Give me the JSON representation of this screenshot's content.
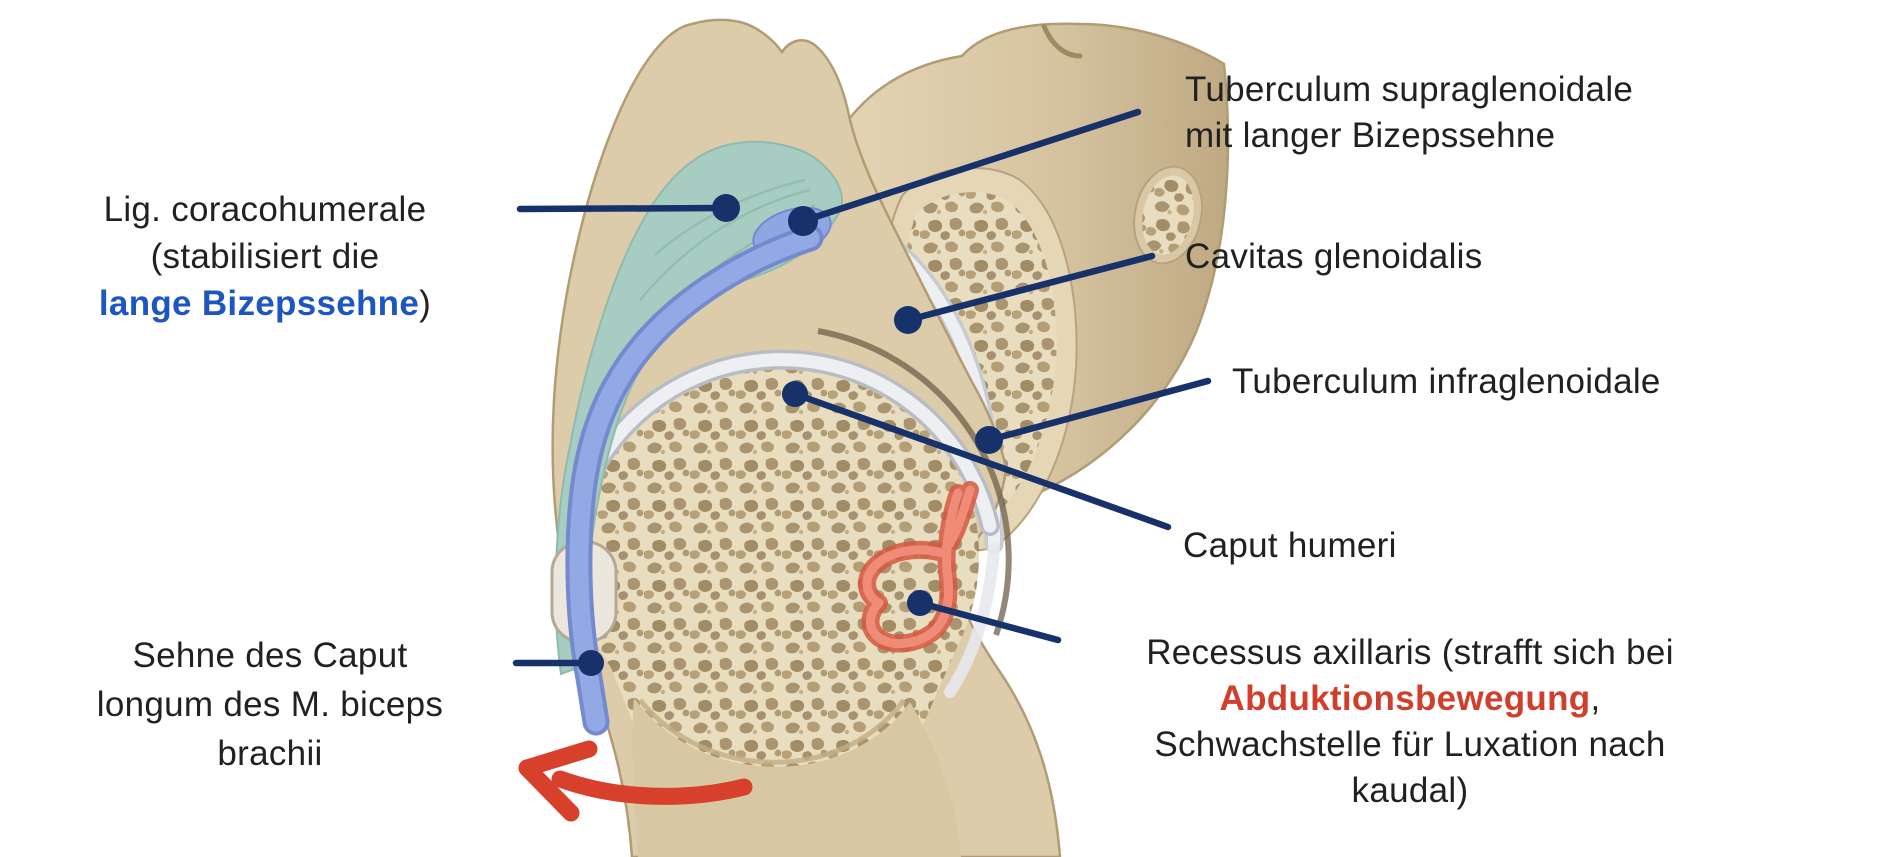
{
  "figure": {
    "title_semantic": "Schultergelenk Schnittbild (shoulder joint section diagram)",
    "background": "#ffffff",
    "colors": {
      "leader_navy": "#17316b",
      "label_text": "#212121",
      "highlight_blue_text": "#1d56c2",
      "highlight_red_text": "#cf3f2c",
      "arrow_red": "#d7402b",
      "recessus_red_outer": "#d5573f",
      "recessus_red_inner": "#ef8b77",
      "ligament_teal": "#a7cdc2",
      "tendon_blue": "#92a9e6",
      "tendon_blue_edge": "#7589cf",
      "bone_light": "#ddcca9",
      "bone_edge": "#b19c76",
      "spongy_bg": "#e9ddbf",
      "spongy_hole": "#a99470",
      "cartilage_white": "#edeff2",
      "cartilage_gray": "#b9bdc3"
    },
    "labels": {
      "lig_coracohumerale": {
        "line1": "Lig. coracohumerale",
        "line2": "(stabilisiert die",
        "line3_highlight": "lange Bizepssehne",
        "line3_suffix": ")"
      },
      "sehne_caput": {
        "line1": "Sehne des Caput",
        "line2": "longum des M. biceps",
        "line3": "brachii"
      },
      "tuberculum_supraglenoidale": {
        "line1": "Tuberculum supraglenoidale",
        "line2": "mit langer Bizepssehne"
      },
      "cavitas_glenoidalis": {
        "text": "Cavitas glenoidalis"
      },
      "tuberculum_infraglenoidale": {
        "text": "Tuberculum infraglenoidale"
      },
      "caput_humeri": {
        "text": "Caput humeri"
      },
      "recessus_axillaris": {
        "line1": "Recessus axillaris (strafft sich bei",
        "line2_highlight": "Abduktionsbewegung",
        "line2_suffix": ",",
        "line3": "Schwachstelle für Luxation nach",
        "line4": "kaudal)"
      }
    }
  }
}
